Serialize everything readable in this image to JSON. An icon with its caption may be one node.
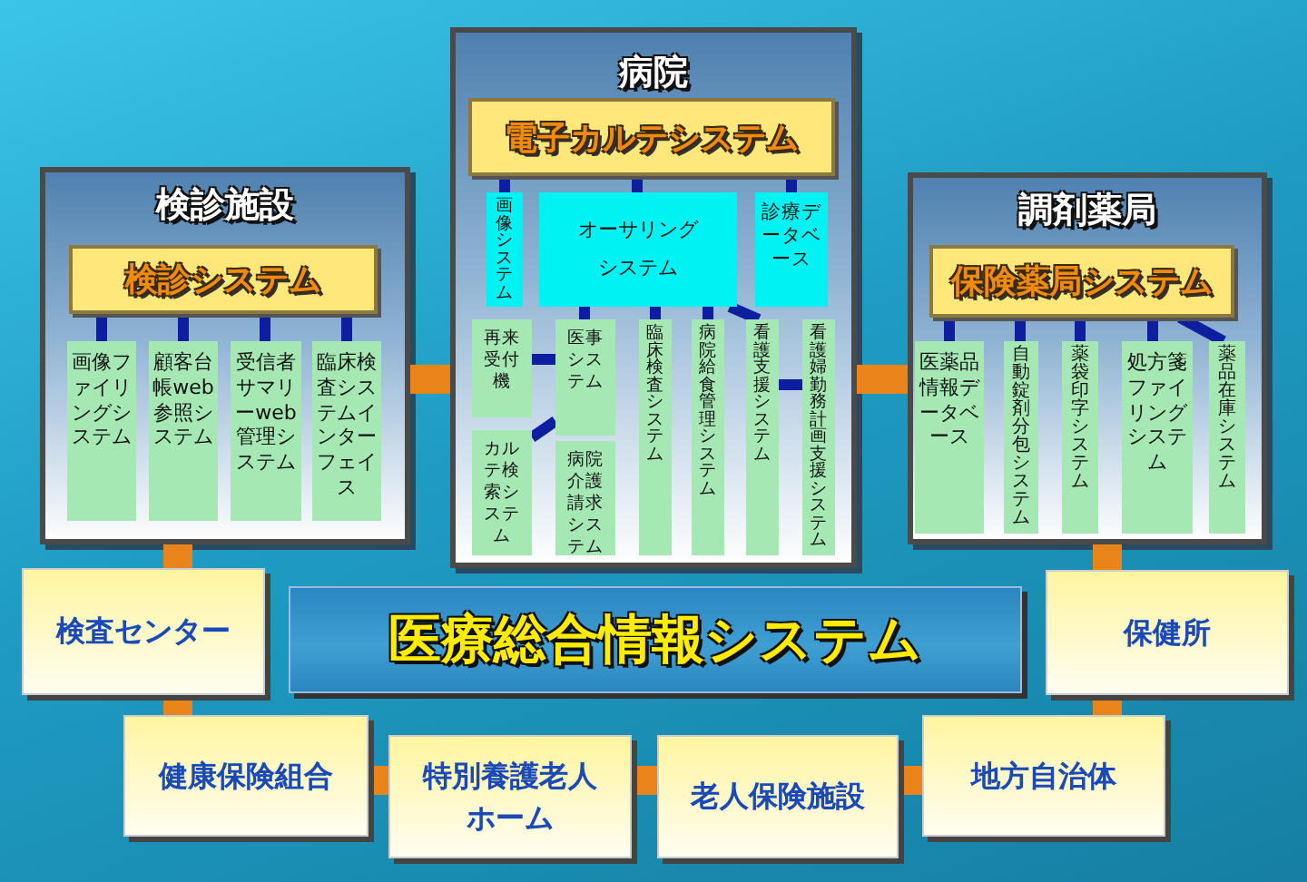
{
  "diagram": {
    "nodes": [
      {
        "text": [
          "検診施設"
        ]
      },
      {
        "text": [
          "検診システム"
        ],
        "in": 0
      },
      {
        "text": [
          "画像ファイリングシステム"
        ],
        "in": 0
      },
      {
        "text": [
          "顧客台帳web参照システム"
        ],
        "in": 0
      },
      {
        "text": [
          "受信者サマリーweb管理システム"
        ],
        "in": 0
      },
      {
        "text": [
          "臨床検査システムインターフェイス"
        ],
        "in": 0
      },
      {
        "text": [
          "病院"
        ]
      },
      {
        "text": [
          "電子カルテシステム"
        ],
        "in": 6
      },
      {
        "text": [
          "画像システム"
        ],
        "in": 6
      },
      {
        "text": [
          "オーサリングシステム"
        ],
        "in": 6
      },
      {
        "text": [
          "診療データベース"
        ],
        "in": 6
      },
      {
        "text": [
          "再来受付機"
        ],
        "in": 6
      },
      {
        "text": [
          "医事システム"
        ],
        "in": 6
      },
      {
        "text": [
          "カルテ検索システム"
        ],
        "in": 6
      },
      {
        "text": [
          "病院介護請求システム"
        ],
        "in": 6
      },
      {
        "text": [
          "臨床検査システム"
        ],
        "in": 6
      },
      {
        "text": [
          "病院給食管理システム"
        ],
        "in": 6
      },
      {
        "text": [
          "看護支援システム"
        ],
        "in": 6
      },
      {
        "text": [
          "看護婦勤務計画支援システム"
        ],
        "in": 6
      },
      {
        "text": [
          "調剤薬局"
        ]
      },
      {
        "text": [
          "保険薬局システム"
        ],
        "in": 19
      },
      {
        "text": [
          "医薬品情報データベース"
        ],
        "in": 19
      },
      {
        "text": [
          "自動錠剤分包システム"
        ],
        "in": 19
      },
      {
        "text": [
          "薬袋印字システム"
        ],
        "in": 19
      },
      {
        "text": [
          "処方箋ファイリングシステム"
        ],
        "in": 19
      },
      {
        "text": [
          "薬品在庫システム"
        ],
        "in": 19
      },
      {
        "text": [
          "検査センター"
        ]
      },
      {
        "text": [
          "医療総合情報システム"
        ]
      },
      {
        "text": [
          "保健所"
        ]
      },
      {
        "text": [
          "健康保険組合"
        ]
      },
      {
        "text": [
          "特別養護老人ホーム"
        ]
      },
      {
        "text": [
          "老人保険施設"
        ]
      },
      {
        "text": [
          "地方自治体"
        ]
      }
    ],
    "edges": [
      {
        "from": 1,
        "to": 2,
        "arrow": "none"
      },
      {
        "from": 1,
        "to": 3,
        "arrow": "none"
      },
      {
        "from": 1,
        "to": 4,
        "arrow": "none"
      },
      {
        "from": 1,
        "to": 5,
        "arrow": "none"
      },
      {
        "from": 7,
        "to": 8,
        "arrow": "none"
      },
      {
        "from": 7,
        "to": 9,
        "arrow": "none"
      },
      {
        "from": 7,
        "to": 10,
        "arrow": "none"
      },
      {
        "from": 9,
        "to": 12,
        "arrow": "none"
      },
      {
        "from": 9,
        "to": 15,
        "arrow": "none"
      },
      {
        "from": 9,
        "to": 16,
        "arrow": "none"
      },
      {
        "from": 9,
        "to": 17,
        "arrow": "none"
      },
      {
        "from": 11,
        "to": 12,
        "arrow": "none"
      },
      {
        "from": 12,
        "to": 13,
        "arrow": "none"
      },
      {
        "from": 17,
        "to": 18,
        "arrow": "none"
      },
      {
        "from": 20,
        "to": 21,
        "arrow": "none"
      },
      {
        "from": 20,
        "to": 22,
        "arrow": "none"
      },
      {
        "from": 20,
        "to": 23,
        "arrow": "none"
      },
      {
        "from": 20,
        "to": 24,
        "arrow": "none"
      },
      {
        "from": 20,
        "to": 25,
        "arrow": "none"
      },
      {
        "from": 0,
        "to": 6,
        "arrow": "none",
        "style": "thick",
        "color": "#e8841a"
      },
      {
        "from": 6,
        "to": 19,
        "arrow": "none",
        "style": "thick",
        "color": "#e8841a"
      },
      {
        "from": 0,
        "to": 26,
        "arrow": "none",
        "style": "thick",
        "color": "#e8841a"
      },
      {
        "from": 26,
        "to": 29,
        "arrow": "none",
        "style": "thick",
        "color": "#e8841a"
      },
      {
        "from": 29,
        "to": 30,
        "arrow": "none",
        "style": "thick",
        "color": "#e8841a"
      },
      {
        "from": 30,
        "to": 31,
        "arrow": "none",
        "style": "thick",
        "color": "#e8841a"
      },
      {
        "from": 31,
        "to": 32,
        "arrow": "none",
        "style": "thick",
        "color": "#e8841a"
      },
      {
        "from": 32,
        "to": 28,
        "arrow": "none",
        "style": "thick",
        "color": "#e8841a"
      },
      {
        "from": 28,
        "to": 19,
        "arrow": "none",
        "style": "thick",
        "color": "#e8841a"
      }
    ]
  }
}
